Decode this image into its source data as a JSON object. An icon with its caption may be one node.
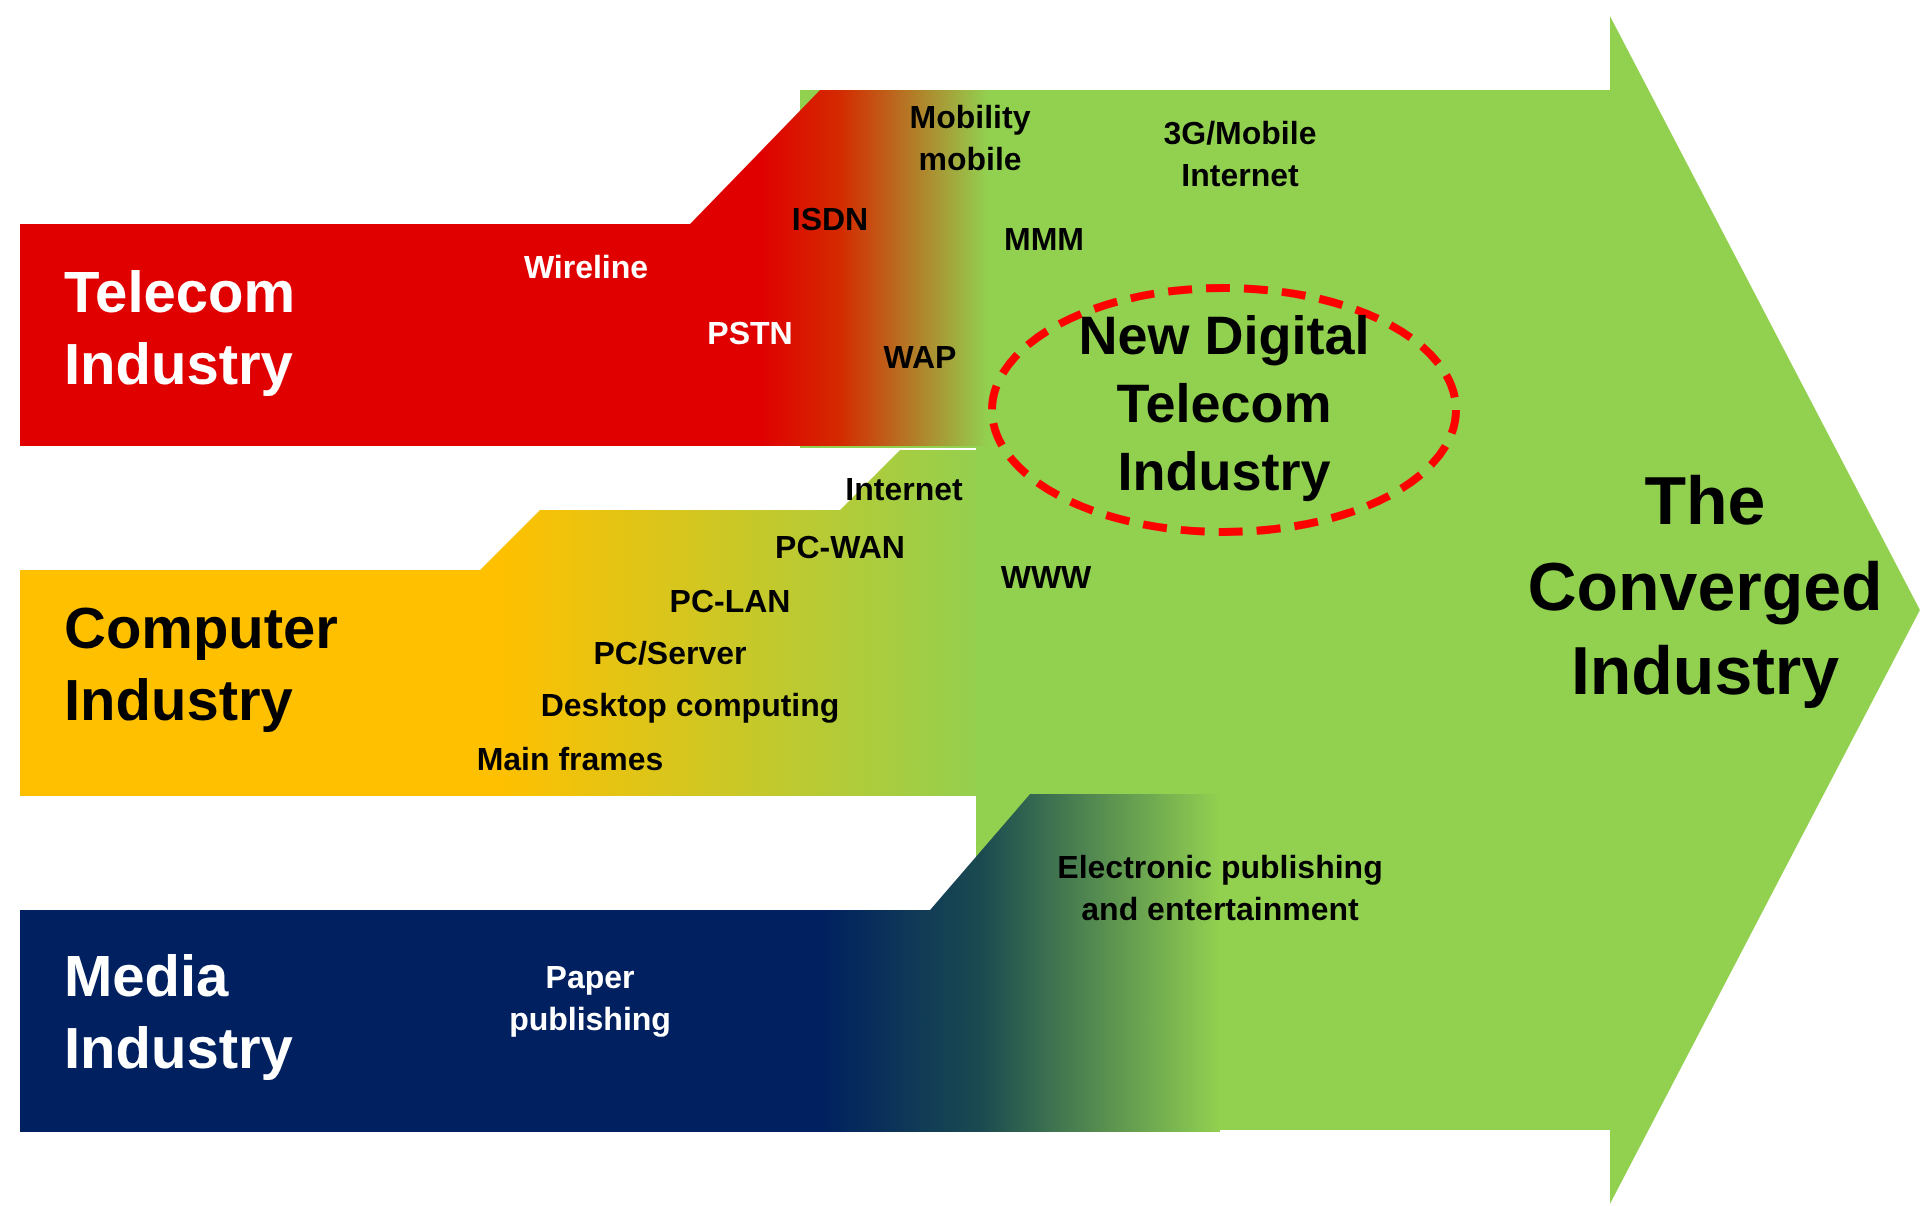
{
  "diagram": {
    "nodes": [
      {
        "text": [
          "Telecom Industry"
        ]
      },
      {
        "text": [
          "Computer Industry"
        ]
      },
      {
        "text": [
          "Media Industry"
        ]
      },
      {
        "text": [
          "The Converged Industry"
        ]
      },
      {
        "text": [
          "New Digital Telecom Industry"
        ],
        "in": 3
      }
    ],
    "labels": [
      "Mobility mobile",
      "3G/Mobile Internet",
      "ISDN",
      "MMM",
      "Wireline",
      "PSTN",
      "WAP",
      "Internet",
      "PC-WAN",
      "WWW",
      "PC-LAN",
      "PC/Server",
      "Desktop computing",
      "Main frames",
      "Electronic publishing and entertainment",
      "Paper publishing"
    ]
  }
}
